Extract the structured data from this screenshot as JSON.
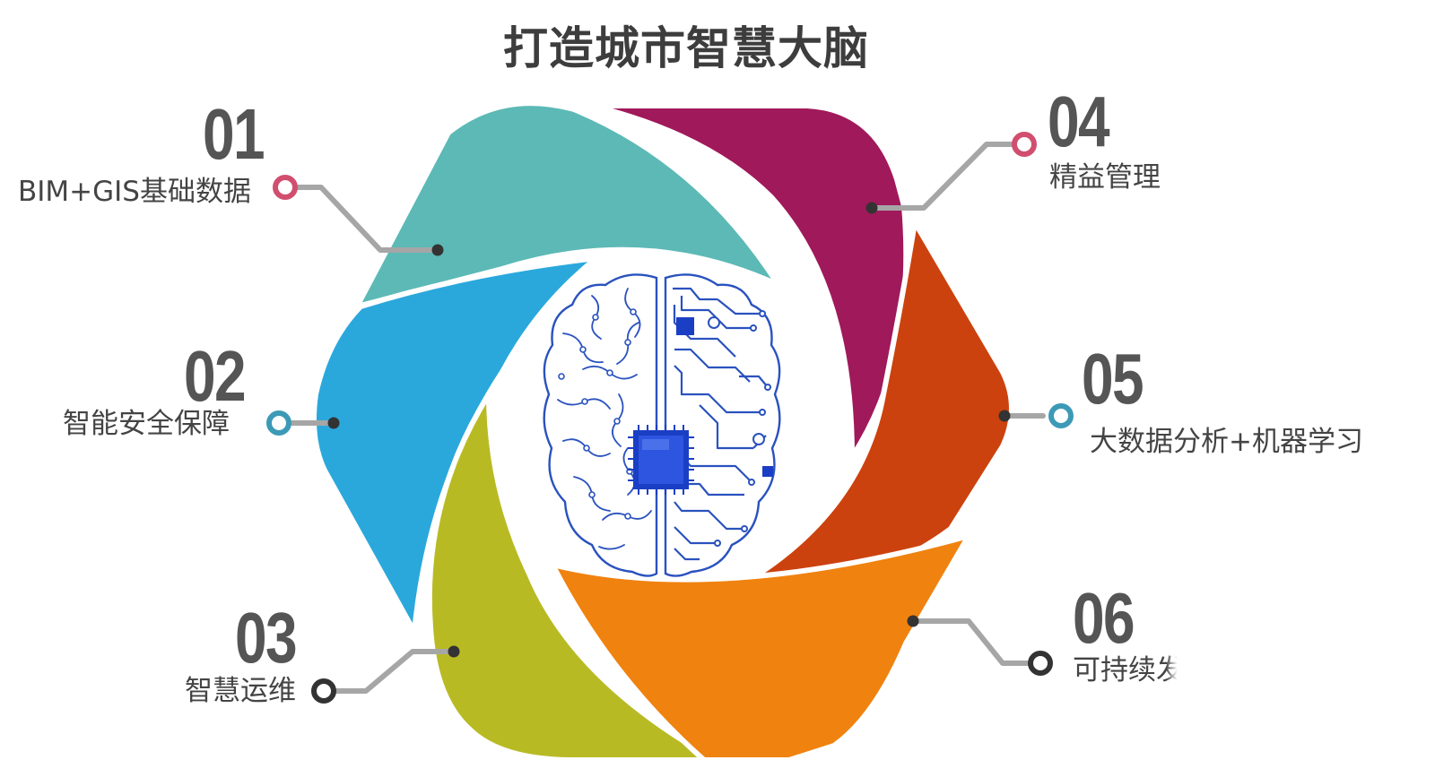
{
  "title": "打造城市智慧大脑",
  "colors": {
    "teal": "#5cb9b6",
    "blue": "#2aa8dc",
    "olive": "#b8ba24",
    "magenta": "#a0195a",
    "rust": "#cc420e",
    "orange": "#f0820f",
    "connector": "#a6a6a6",
    "text": "#444444",
    "number": "#555555",
    "brain_line": "#2a52be",
    "chip": "#1b3fc4"
  },
  "items": [
    {
      "number": "01",
      "label": "BIM+GIS基础数据",
      "color": "#5cb9b6",
      "marker_color": "#d14e6e"
    },
    {
      "number": "02",
      "label": "智能安全保障",
      "color": "#2aa8dc",
      "marker_color": "#3d9ab6"
    },
    {
      "number": "03",
      "label": "智慧运维",
      "color": "#b8ba24",
      "marker_color": "#333333"
    },
    {
      "number": "04",
      "label": "精益管理",
      "color": "#a0195a",
      "marker_color": "#d14e6e"
    },
    {
      "number": "05",
      "label": "大数据分析+机器学习",
      "color": "#cc420e",
      "marker_color": "#3d9ab6"
    },
    {
      "number": "06",
      "label": "可持续发展",
      "color": "#f0820f",
      "marker_color": "#333333"
    }
  ],
  "center": {
    "icon": "brain-circuit-icon"
  }
}
